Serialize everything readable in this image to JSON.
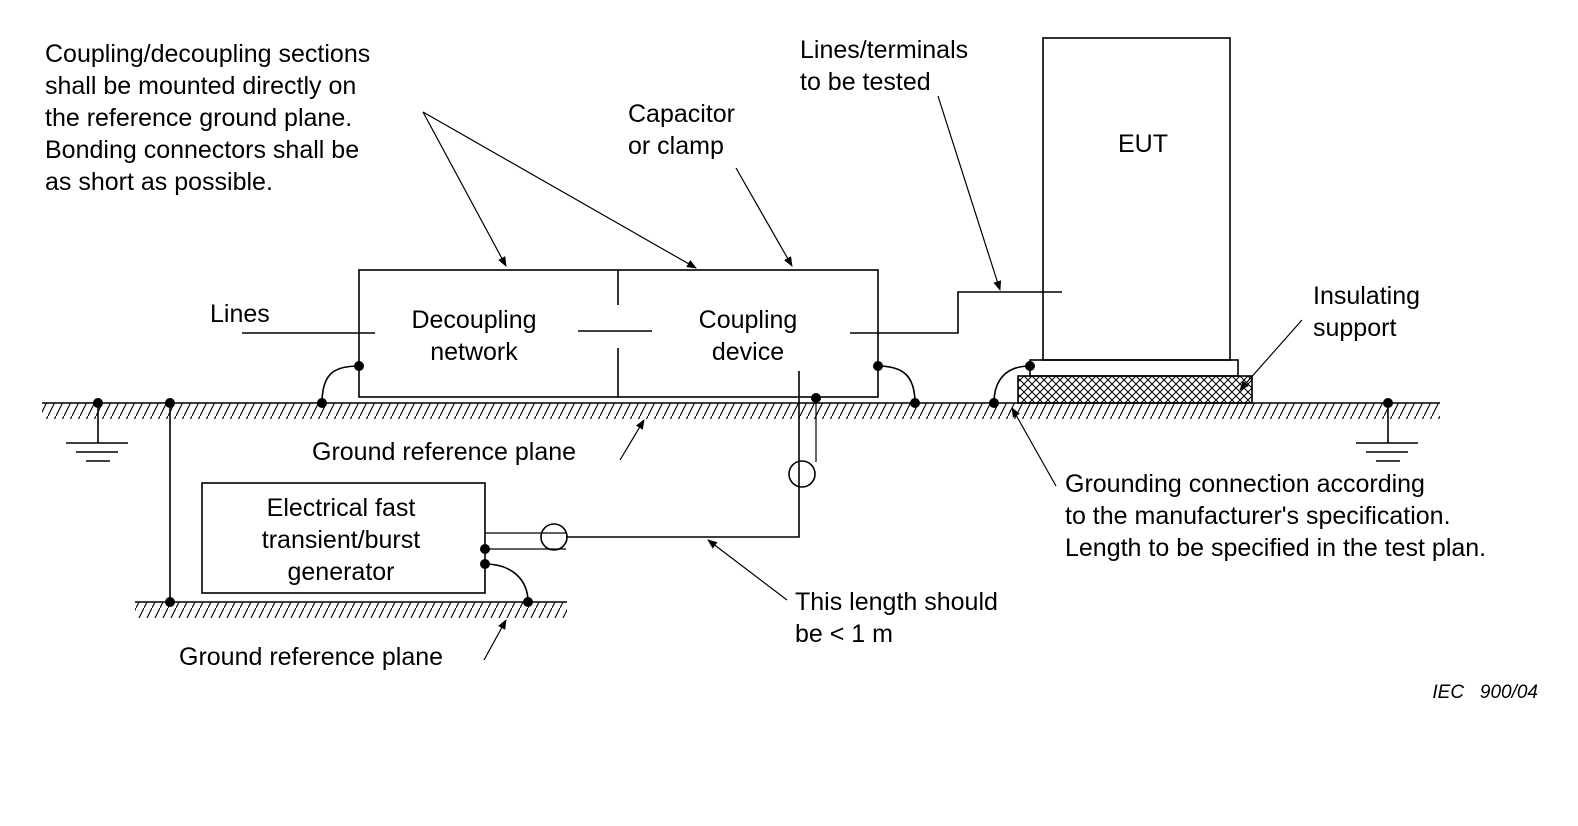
{
  "labels": {
    "coupling_note": [
      "Coupling/decoupling sections",
      "shall be mounted directly on",
      "the reference ground plane.",
      "Bonding connectors shall be",
      "as short as possible."
    ],
    "capacitor": [
      "Capacitor",
      "or clamp"
    ],
    "lines_terminals": [
      "Lines/terminals",
      "to be tested"
    ],
    "eut": "EUT",
    "lines": "Lines",
    "decoupling": [
      "Decoupling",
      "network"
    ],
    "coupling": [
      "Coupling",
      "device"
    ],
    "insulating": [
      "Insulating",
      "support"
    ],
    "ground_plane_upper": "Ground reference plane",
    "generator": [
      "Electrical fast",
      "transient/burst",
      "generator"
    ],
    "grounding_note": [
      "Grounding connection according",
      "to the manufacturer's specification.",
      "Length to be specified in the test plan."
    ],
    "length_note": [
      "This length should",
      "be < 1 m"
    ],
    "ground_plane_lower": "Ground reference plane",
    "figure_ref": "IEC   900/04"
  }
}
